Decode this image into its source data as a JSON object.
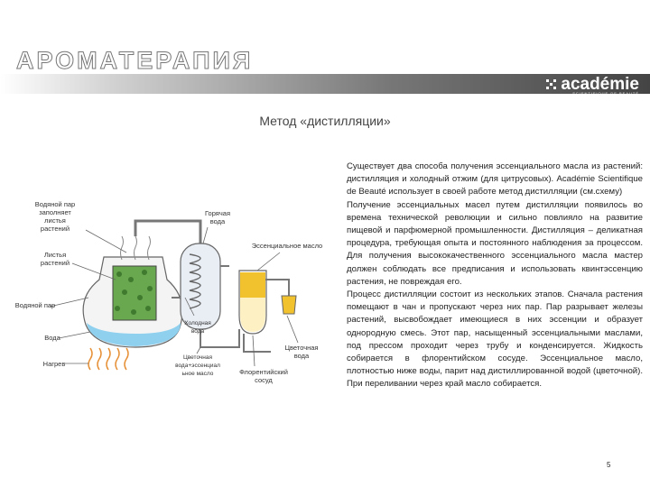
{
  "header": {
    "title": "АРОМАТЕРАПИЯ",
    "logo": "académie",
    "logo_tagline": "SCIENTIFIQUE DE BEAUTÉ"
  },
  "subtitle": "Метод «дистилляции»",
  "diagram_labels": {
    "steam_fills": "Водяной пар\nзаполняет\nлистья\nрастений",
    "hot_water": "Горячая\nвода",
    "essential_oil": "Эссенциальное масло",
    "plant_leaves": "Листья\nрастений",
    "water_vapor": "Водяной пар",
    "water": "Вода",
    "heating": "Нагрев",
    "cold_water": "Холодная\nвода",
    "flower_water_essence": "Цветочная\nвода+эссенциал\nьное масло",
    "florentine": "Флорентийский\nсосуд",
    "flower_water": "Цветочная\nвода"
  },
  "body_paragraphs": [
    "Существует два способа получения эссенциального масла из растений: дистилляция и холодный отжим (для цитрусовых). Académie Scientifique de Beauté использует в своей работе метод дистилляции (см.схему)",
    "Получение эссенциальных масел путем дистилляции появилось во времена технической революции и сильно повлияло на развитие пищевой и парфюмерной промышленности. Дистилляция – деликатная процедура, требующая опыта и постоянного наблюдения за процессом. Для получения высококачественного эссенциального масла мастер должен соблюдать все предписания и использовать квинтэссенцию растения, не повреждая его.",
    "Процесс дистилляции состоит из нескольких этапов. Сначала растения помещают в чан и пропускают через них пар. Пар разрывает железы растений, высвобождает имеющиеся в них эссенции и образует однородную смесь. Этот пар, насыщенный эссенциальными маслами, под прессом проходит через трубу и конденсируется. Жидкость собирается в флорентийском сосуде. Эссенциальное масло, плотностью ниже воды, парит над дистиллированной водой (цветочной). При переливании через край масло собирается."
  ],
  "page_number": "5",
  "colors": {
    "leaves": "#6aa84f",
    "water": "#8fd0ef",
    "oil": "#f2c12e",
    "heat": "#e69138"
  }
}
